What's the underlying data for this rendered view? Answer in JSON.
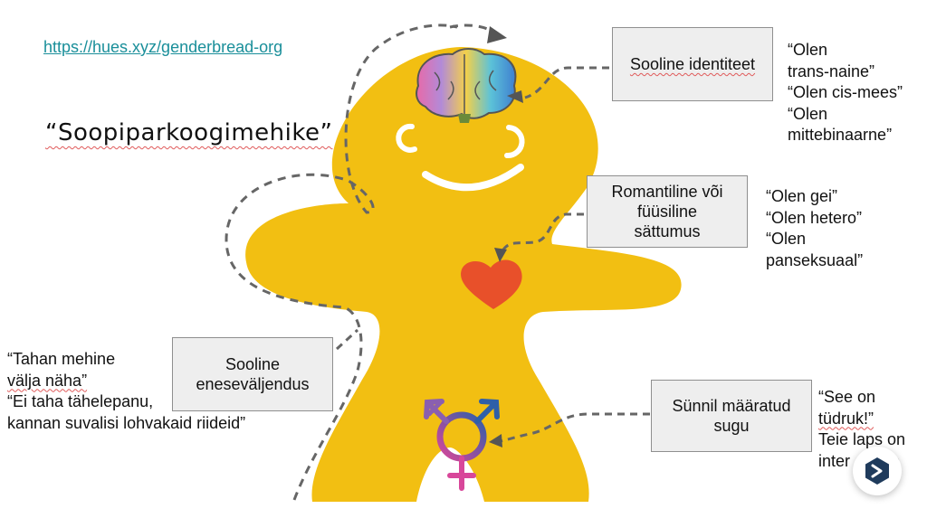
{
  "link": {
    "text": "https://hues.xyz/genderbread-org"
  },
  "title": "“Soopiparkoogimehike”",
  "boxes": {
    "identity": "Sooline identiteet",
    "attraction": [
      "Romantiline või",
      "füüsiline",
      "sättumus"
    ],
    "expression": [
      "Sooline",
      "eneseväljendus"
    ],
    "sex": [
      "Sünnil määratud",
      "sugu"
    ]
  },
  "quotes": {
    "identity": [
      "“Olen",
      "trans-naine”",
      "“Olen cis-mees”",
      "“Olen",
      "mittebinaarne”"
    ],
    "attraction": [
      "“Olen gei”",
      "“Olen hetero”",
      "“Olen",
      "panseksuaal”"
    ],
    "expression": [
      "“Tahan mehine",
      "välja näha”",
      "“Ei taha tähelepanu,",
      "kannan suvalisi lohvakaid riideid”"
    ],
    "sex": [
      "“See on",
      "tüdruk!”",
      "Teie laps on",
      "inter         e"
    ]
  },
  "colors": {
    "body": "#f2bf12",
    "heart": "#e8502a",
    "link": "#1a8f9a",
    "symbol_pink": "#d8479a",
    "symbol_blue": "#2f5fa8",
    "symbol_purple": "#8a5fb0"
  },
  "icons": {
    "brain": "brain-icon",
    "heart": "heart-icon",
    "gender": "transgender-symbol-icon",
    "app": "app-logo-icon"
  }
}
